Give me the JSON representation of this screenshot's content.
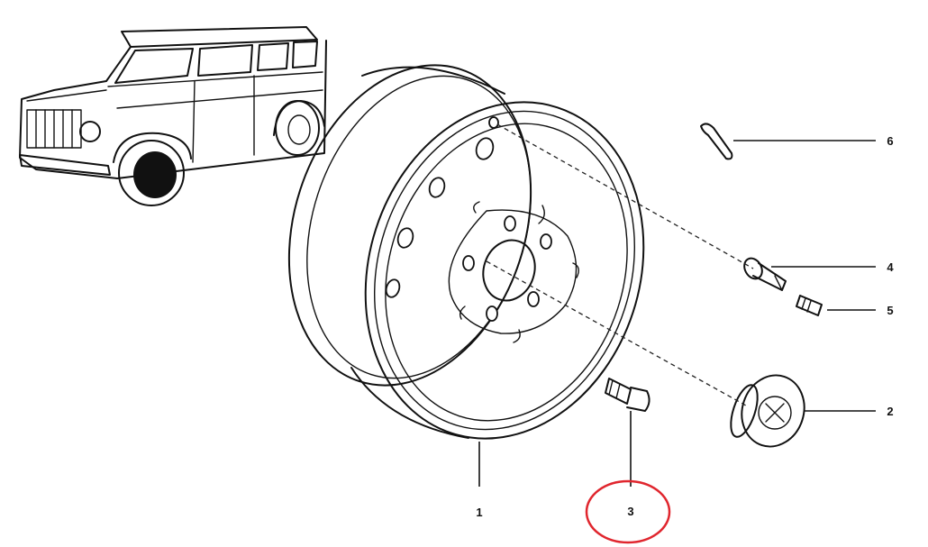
{
  "callouts": [
    {
      "id": "part-1",
      "label": "1"
    },
    {
      "id": "part-2",
      "label": "2"
    },
    {
      "id": "part-3",
      "label": "3"
    },
    {
      "id": "part-4",
      "label": "4"
    },
    {
      "id": "part-5",
      "label": "5"
    },
    {
      "id": "part-6",
      "label": "6"
    }
  ],
  "highlight": {
    "target": "part-3",
    "color": "#e0262e"
  },
  "colors": {
    "ink": "#111111",
    "background": "#ffffff"
  }
}
